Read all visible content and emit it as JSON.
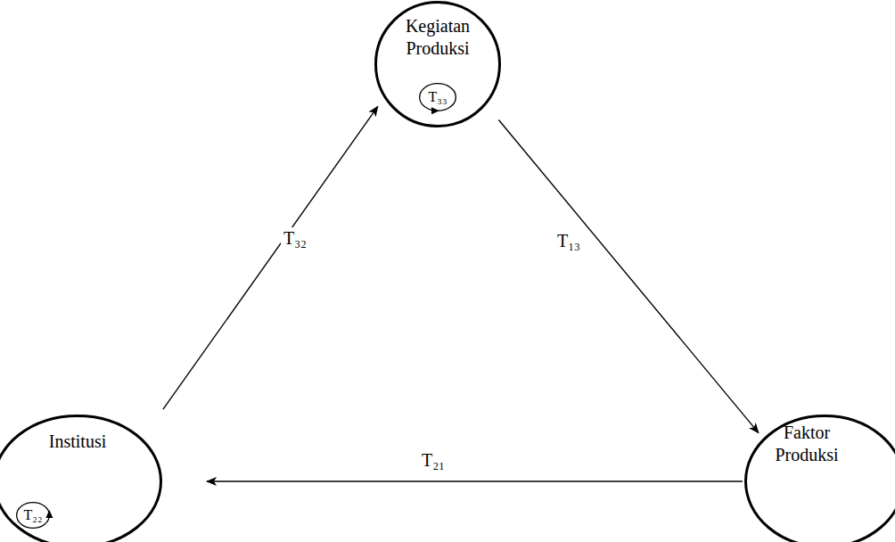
{
  "diagram": {
    "nodes": [
      {
        "text": [
          "Kegiatan Produksi"
        ]
      },
      {
        "text": [
          "T₃₃"
        ],
        "in": 0
      },
      {
        "text": [
          "Institusi"
        ]
      },
      {
        "text": [
          "T₂₂"
        ],
        "in": 2
      },
      {
        "text": [
          "Faktor Produksi"
        ]
      }
    ],
    "edges": [
      {
        "from": 2,
        "to": 0,
        "arrow": "to",
        "label": "T₃₂"
      },
      {
        "from": 0,
        "to": 4,
        "arrow": "to",
        "label": "T₁₃"
      },
      {
        "from": 4,
        "to": 2,
        "arrow": "to",
        "label": "T₂₁"
      }
    ]
  }
}
